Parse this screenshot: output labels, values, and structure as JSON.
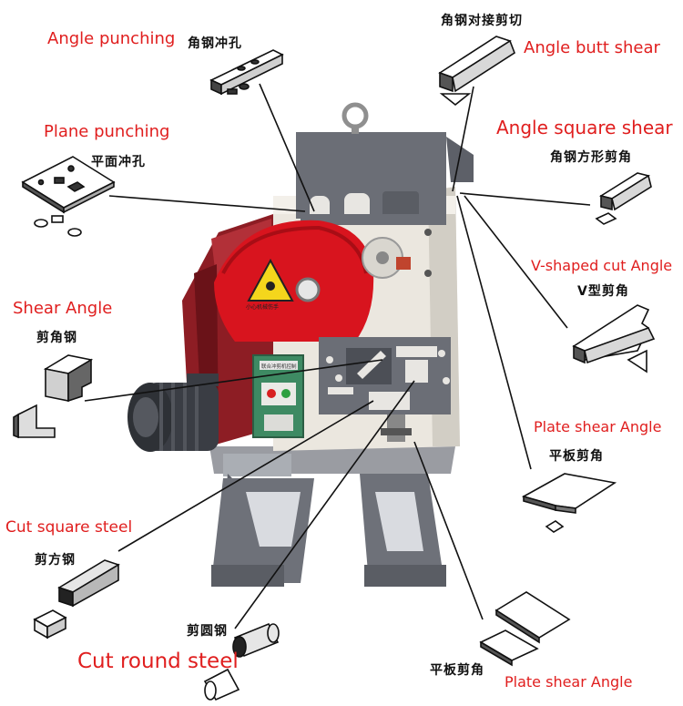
{
  "labels": {
    "angle_punching_en": "Angle punching",
    "angle_punching_cn": "角钢冲孔",
    "angle_butt_shear_cn": "角钢对接剪切",
    "angle_butt_shear_en": "Angle butt shear",
    "plane_punching_en": "Plane punching",
    "plane_punching_cn": "平面冲孔",
    "angle_square_shear_en": "Angle square shear",
    "angle_square_shear_cn": "角钢方形剪角",
    "v_cut_en": "V-shaped cut Angle",
    "v_cut_cn": "V型剪角",
    "shear_angle_en": "Shear Angle",
    "shear_angle_cn": "剪角钢",
    "plate_shear_1_en": "Plate shear Angle",
    "plate_shear_1_cn": "平板剪角",
    "cut_square_en": "Cut square steel",
    "cut_square_cn": "剪方钢",
    "round_cn": "剪圆钢",
    "round_en": "Cut round steel",
    "plate_shear_2_cn": "平板剪角",
    "plate_shear_2_en": "Plate shear Angle",
    "warning_sign": "小心机械伤手",
    "panel_plate": "联合冲剪机控制"
  },
  "colors": {
    "label_red": "#e01e1e",
    "machine_gray": "#5d6068",
    "machine_body": "#e8e4dc",
    "flywheel_red": "#d8141e",
    "panel_green": "#3e8a63",
    "motor_dark": "#3a3d44"
  }
}
